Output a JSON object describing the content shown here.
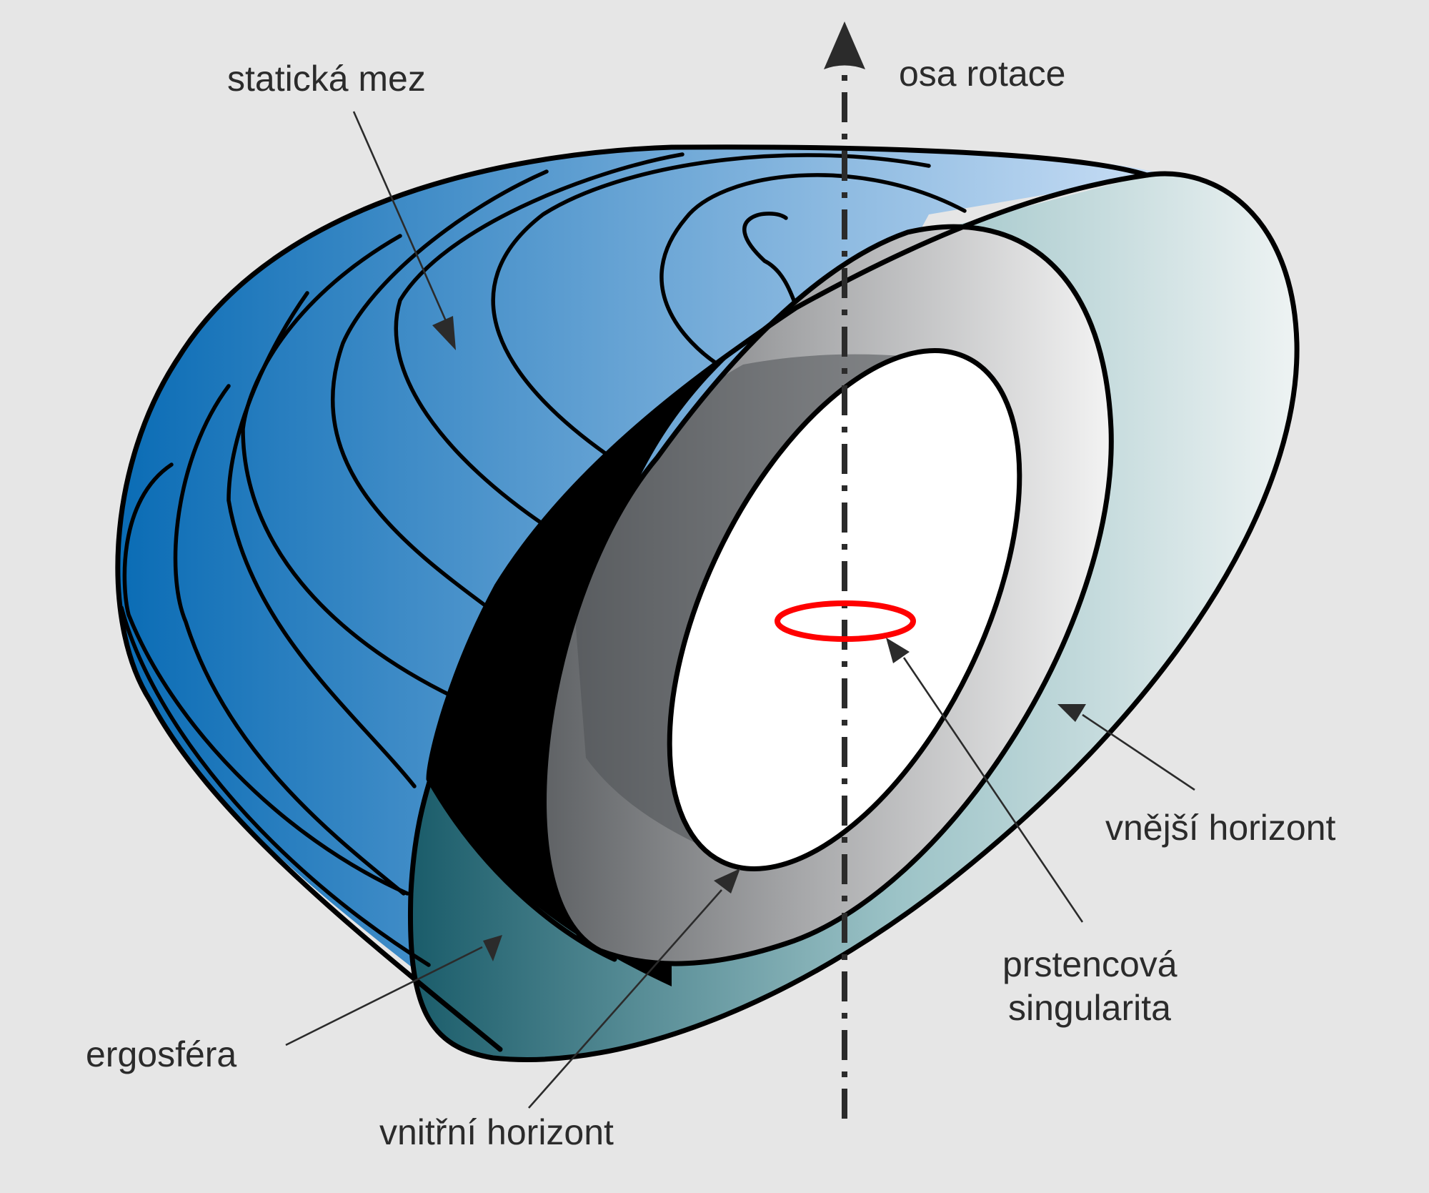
{
  "labels": {
    "rotation_axis": "osa rotace",
    "static_limit": "statická mez",
    "outer_horizon": "vnější horizont",
    "ring_singularity_line1": "prstencová",
    "ring_singularity_line2": "singularita",
    "ergosphere": "ergosféra",
    "inner_horizon": "vnitřní horizont"
  },
  "colors": {
    "background": "#e6e6e6",
    "static_limit_dark": "#0a6cb5",
    "static_limit_light": "#c9def5",
    "ergosphere_dark": "#1a5c6a",
    "ergosphere_light": "#eef3f3",
    "inner_band_dark": "#5f6265",
    "inner_band_light": "#f3f3f3",
    "singularity": "#ff0000",
    "ink": "#000000",
    "label_text": "#2b2b2b"
  }
}
